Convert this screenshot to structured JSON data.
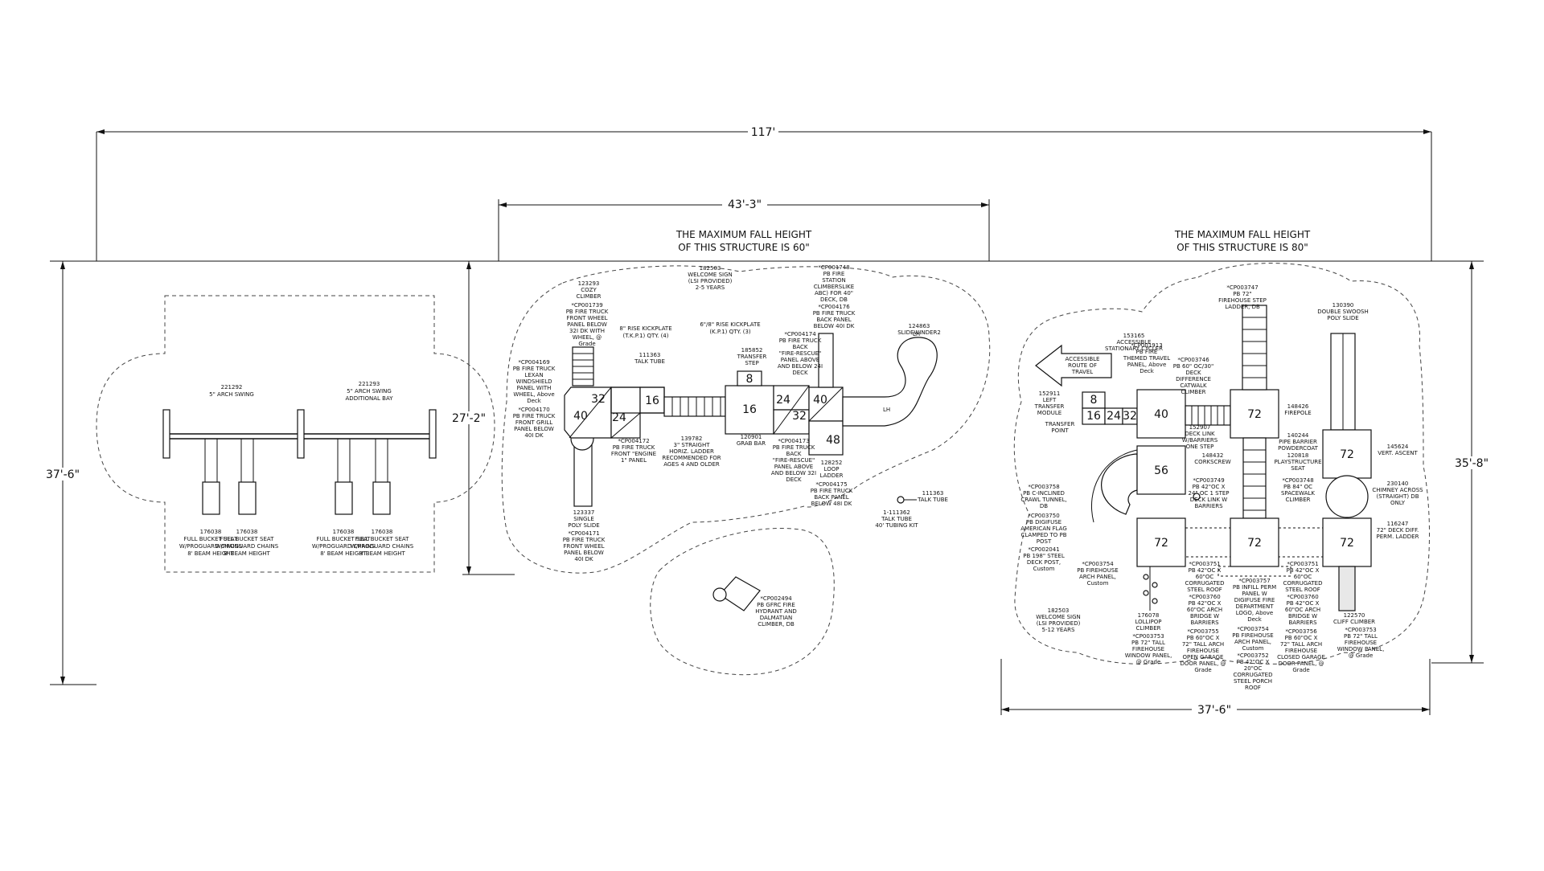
{
  "dims": {
    "overall_w": "117'",
    "left_h": "37'-6\"",
    "mid_w": "43'-3\"",
    "mid_h": "27'-2\"",
    "right_w": "37'-6\"",
    "right_h": "35'-8\""
  },
  "fall_height": {
    "mid_l1": "THE MAXIMUM FALL HEIGHT",
    "mid_l2": "OF THIS STRUCTURE IS 60\"",
    "right_l1": "THE MAXIMUM FALL HEIGHT",
    "right_l2": "OF THIS STRUCTURE IS 80\""
  },
  "swing": {
    "a_code": "221292",
    "a_text": "5\" ARCH SWING",
    "b_code": "221293",
    "b_text1": "5\" ARCH SWING",
    "b_text2": "ADDITIONAL BAY",
    "seat_code": "176038",
    "seat_l1": "FULL BUCKET SEAT",
    "seat_l2": "W/PROGUARD CHAINS",
    "seat_l3": "8' BEAM HEIGHT"
  },
  "mid_decks": {
    "d40": "40",
    "d32a": "32",
    "d24a": "24",
    "d16a": "16",
    "d16b": "16",
    "d8": "8",
    "d24b": "24",
    "d32b": "32",
    "d40b": "40",
    "d48": "48",
    "lh1": "LH",
    "lh2": "LH"
  },
  "mid_labels": {
    "cozy": [
      "123293",
      "COZY",
      "CLIMBER"
    ],
    "cp1739": [
      "*CP001739",
      "PB FIRE TRUCK",
      "FRONT WHEEL",
      "PANEL BELOW",
      "32I DK WITH",
      "WHEEL, @",
      "Grade"
    ],
    "kick8": [
      "8\" RISE KICKPLATE",
      "(T.K.P.1) QTY. (4)"
    ],
    "welcome1": [
      "182503",
      "WELCOME SIGN",
      "(LSI PROVIDED)",
      "2-5 YEARS"
    ],
    "kick68": [
      "6\"/8\" RISE KICKPLATE",
      "(K.P.1) QTY. (3)"
    ],
    "cp1748": [
      "*CP001748",
      "PB FIRE",
      "STATION",
      "CLIMBERSLIKE",
      "ABC) FOR 40\"",
      "DECK, DB"
    ],
    "cp4176": [
      "*CP004176",
      "PB FIRE TRUCK",
      "BACK PANEL",
      "BELOW 40I DK"
    ],
    "cp4174": [
      "*CP004174",
      "PB FIRE TRUCK",
      "BACK",
      "\"FIRE-RESCUE\"",
      "PANEL ABOVE",
      "AND BELOW 24I",
      "DECK"
    ],
    "slide124": [
      "124863",
      "SLIDEWINDER2"
    ],
    "talk1": [
      "111363",
      "TALK TUBE"
    ],
    "transfer": [
      "185852",
      "TRANSFER",
      "STEP"
    ],
    "cp4169": [
      "*CP004169",
      "PB FIRE TRUCK",
      "LEXAN",
      "WINDSHIELD",
      "PANEL WITH",
      "WHEEL, Above",
      "Deck"
    ],
    "cp4170": [
      "*CP004170",
      "PB FIRE TRUCK",
      "FRONT GRILL",
      "PANEL BELOW",
      "40I DK"
    ],
    "cp4172": [
      "*CP004172",
      "PB FIRE TRUCK",
      "FRONT \"ENGINE",
      "1\" PANEL"
    ],
    "ladder139": [
      "139782",
      "3\" STRAIGHT",
      "HORIZ. LADDER",
      "RECOMMENDED FOR",
      "AGES 4 AND OLDER"
    ],
    "grab": [
      "120901",
      "GRAB BAR"
    ],
    "cp4173": [
      "*CP004173",
      "PB FIRE TRUCK",
      "BACK",
      "\"FIRE-RESCUE\"",
      "PANEL ABOVE",
      "AND BELOW 32I",
      "DECK"
    ],
    "loop": [
      "128252",
      "LOOP",
      "LADDER"
    ],
    "cp4175": [
      "*CP004175",
      "PB FIRE TRUCK",
      "BACK PANEL",
      "BELOW 48I DK"
    ],
    "single": [
      "123337",
      "SINGLE",
      "POLY SLIDE"
    ],
    "cp4171": [
      "*CP004171",
      "PB FIRE TRUCK",
      "FRONT WHEEL",
      "PANEL BELOW",
      "40I DK"
    ],
    "talk2": [
      "111363",
      "TALK TUBE"
    ],
    "talkkit": [
      "1-111362",
      "TALK TUBE",
      "40' TUBING KIT"
    ],
    "cp2494": [
      "*CP002494",
      "PB GFRC FIRE",
      "HYDRANT AND",
      "DALMATIAN",
      "CLIMBER, DB"
    ]
  },
  "right_decks": {
    "d8": "8",
    "d16": "16",
    "d24": "24",
    "d32": "32",
    "d40": "40",
    "d72a": "72",
    "d56": "56",
    "d72b": "72",
    "d72c": "72",
    "d72d": "72",
    "d72e": "72"
  },
  "right_labels": {
    "arrow": [
      "ACCESSIBLE",
      "ROUTE OF",
      "TRAVEL"
    ],
    "cycler": [
      "153165",
      "ACCESSIBLE",
      "STATIONARY CYCLER"
    ],
    "cp1913": [
      "*CP001913",
      "PB FIRE",
      "THEMED TRAVEL",
      "PANEL, Above",
      "Deck"
    ],
    "cp3746": [
      "*CP003746",
      "PB 60\" OC/30\"",
      "DECK",
      "DIFFERENCE",
      "CATWALK",
      "CLIMBER"
    ],
    "cp3747": [
      "*CP003747",
      "PB 72\"",
      "FIREHOUSE STEP",
      "LADDER, DB"
    ],
    "poly130": [
      "130390",
      "DOUBLE SWOOSH",
      "POLY SLIDE"
    ],
    "left152": [
      "152911",
      "LEFT",
      "TRANSFER",
      "MODULE"
    ],
    "tpoint": [
      "TRANSFER",
      "POINT"
    ],
    "link152": [
      "152907",
      "DECK LINK",
      "W/BARRIERS",
      "ONE STEP"
    ],
    "cork": [
      "148432",
      "CORKSCREW"
    ],
    "firepole": [
      "148426",
      "FIREPOLE"
    ],
    "pipe": [
      "140244",
      "PIPE BARRIER",
      "POWDERCOAT"
    ],
    "play120": [
      "120818",
      "PLAYSTRUCTURE",
      "SEAT"
    ],
    "vert": [
      "145624",
      "VERT. ASCENT"
    ],
    "cp3758": [
      "*CP003758",
      "PB C-INCLINED",
      "CRAWL TUNNEL,",
      "DB"
    ],
    "cp3749": [
      "*CP003749",
      "PB 42\"OC X",
      "24\" OC 1 STEP",
      "DECK LINK W",
      "BARRIERS"
    ],
    "cp3748": [
      "*CP003748",
      "PB 84\" OC",
      "SPACEWALK",
      "CLIMBER"
    ],
    "chimney": [
      "230140",
      "CHIMNEY ACROSS",
      "(STRAIGHT) DB",
      "ONLY"
    ],
    "cp3750": [
      "*CP003750",
      "PB DIGIFUSE",
      "AMERICAN FLAG",
      "CLAMPED TO PB",
      "POST"
    ],
    "cp2041": [
      "*CP002041",
      "PB 198\" STEEL",
      "DECK POST,",
      "Custom"
    ],
    "perm116": [
      "116247",
      "72\" DECK DIFF.",
      "PERM. LADDER"
    ],
    "cp3754a": [
      "*CP003754",
      "PB FIREHOUSE",
      "ARCH PANEL,",
      "Custom"
    ],
    "cp3751a": [
      "*CP003751",
      "PB 42\"OC X",
      "60\"OC",
      "CORRUGATED",
      "STEEL ROOF"
    ],
    "cp3757": [
      "*CP003757",
      "PB INFILL PERM",
      "PANEL W",
      "DIGIFUSE FIRE",
      "DEPARTMENT",
      "LOGO, Above",
      "Deck"
    ],
    "cp3751b": [
      "*CP003751",
      "PB 42\"OC X",
      "60\"OC",
      "CORRUGATED",
      "STEEL ROOF"
    ],
    "welcome2": [
      "182503",
      "WELCOME SIGN",
      "(LSI PROVIDED)",
      "5-12 YEARS"
    ],
    "lollipop": [
      "176078",
      "LOLLIPOP",
      "CLIMBER"
    ],
    "cp3760a": [
      "*CP003760",
      "PB 42\"OC X",
      "60\"OC ARCH",
      "BRIDGE W",
      "BARRIERS"
    ],
    "cp3760b": [
      "*CP003760",
      "PB 42\"OC X",
      "60\"OC ARCH",
      "BRIDGE W",
      "BARRIERS"
    ],
    "cliff": [
      "122570",
      "CLIFF CLIMBER"
    ],
    "cp3753a": [
      "*CP003753",
      "PB 72\" TALL",
      "FIREHOUSE",
      "WINDOW PANEL,",
      "@ Grade"
    ],
    "cp3755": [
      "*CP003755",
      "PB 60\"OC X",
      "72\" TALL ARCH",
      "FIREHOUSE",
      "OPEN GARAGE",
      "DOOR PANEL, @",
      "Grade"
    ],
    "cp3754b": [
      "*CP003754",
      "PB FIREHOUSE",
      "ARCH PANEL,",
      "Custom"
    ],
    "cp3756": [
      "*CP003756",
      "PB 60\"OC X",
      "72\" TALL ARCH",
      "FIREHOUSE",
      "CLOSED GARAGE",
      "DOOR PANEL, @",
      "Grade"
    ],
    "cp3752": [
      "*CP003752",
      "PB 42\"OC X",
      "20\"OC",
      "CORRUGATED",
      "STEEL PORCH",
      "ROOF"
    ],
    "cp3753b": [
      "*CP003753",
      "PB 72\" TALL",
      "FIREHOUSE",
      "WINDOW PANEL,",
      "@ Grade"
    ]
  }
}
